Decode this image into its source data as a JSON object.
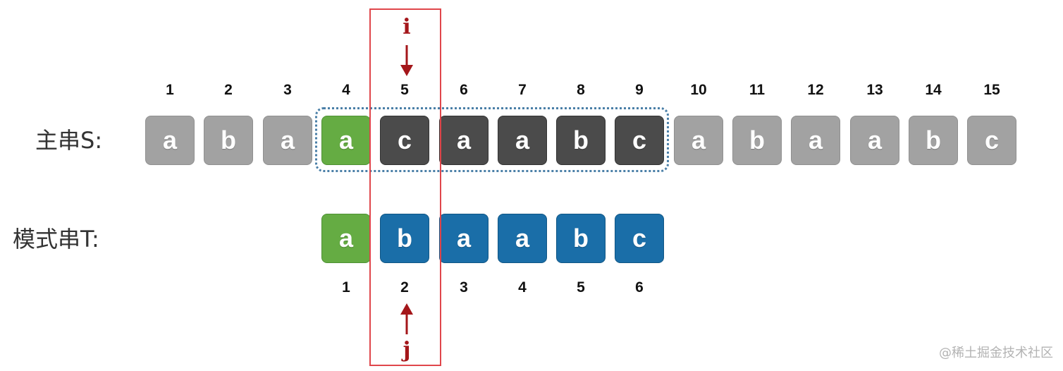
{
  "labels": {
    "main_string": "主串S:",
    "pattern_string": "模式串T:"
  },
  "main_string": {
    "indices": [
      "1",
      "2",
      "3",
      "4",
      "5",
      "6",
      "7",
      "8",
      "9",
      "10",
      "11",
      "12",
      "13",
      "14",
      "15"
    ],
    "chars": [
      "a",
      "b",
      "a",
      "a",
      "c",
      "a",
      "a",
      "b",
      "c",
      "a",
      "b",
      "a",
      "a",
      "b",
      "c"
    ],
    "states": [
      "gray",
      "gray",
      "gray",
      "green",
      "dark",
      "dark",
      "dark",
      "dark",
      "dark",
      "gray",
      "gray",
      "gray",
      "gray",
      "gray",
      "gray"
    ]
  },
  "pattern_string": {
    "start_index_in_main": 4,
    "indices": [
      "1",
      "2",
      "3",
      "4",
      "5",
      "6"
    ],
    "chars": [
      "a",
      "b",
      "a",
      "a",
      "b",
      "c"
    ],
    "states": [
      "green",
      "blue",
      "blue",
      "blue",
      "blue",
      "blue"
    ]
  },
  "pointers": {
    "i": "i",
    "j": "j",
    "column": 5
  },
  "colors": {
    "gray": "#a2a2a2",
    "dark": "#4b4b4b",
    "green": "#65ac43",
    "blue": "#1a6ea8",
    "highlight_box": "#e0464b",
    "window_box": "#4a7fa7",
    "pointer": "#a4161a"
  },
  "watermark": "@稀土掘金技术社区"
}
